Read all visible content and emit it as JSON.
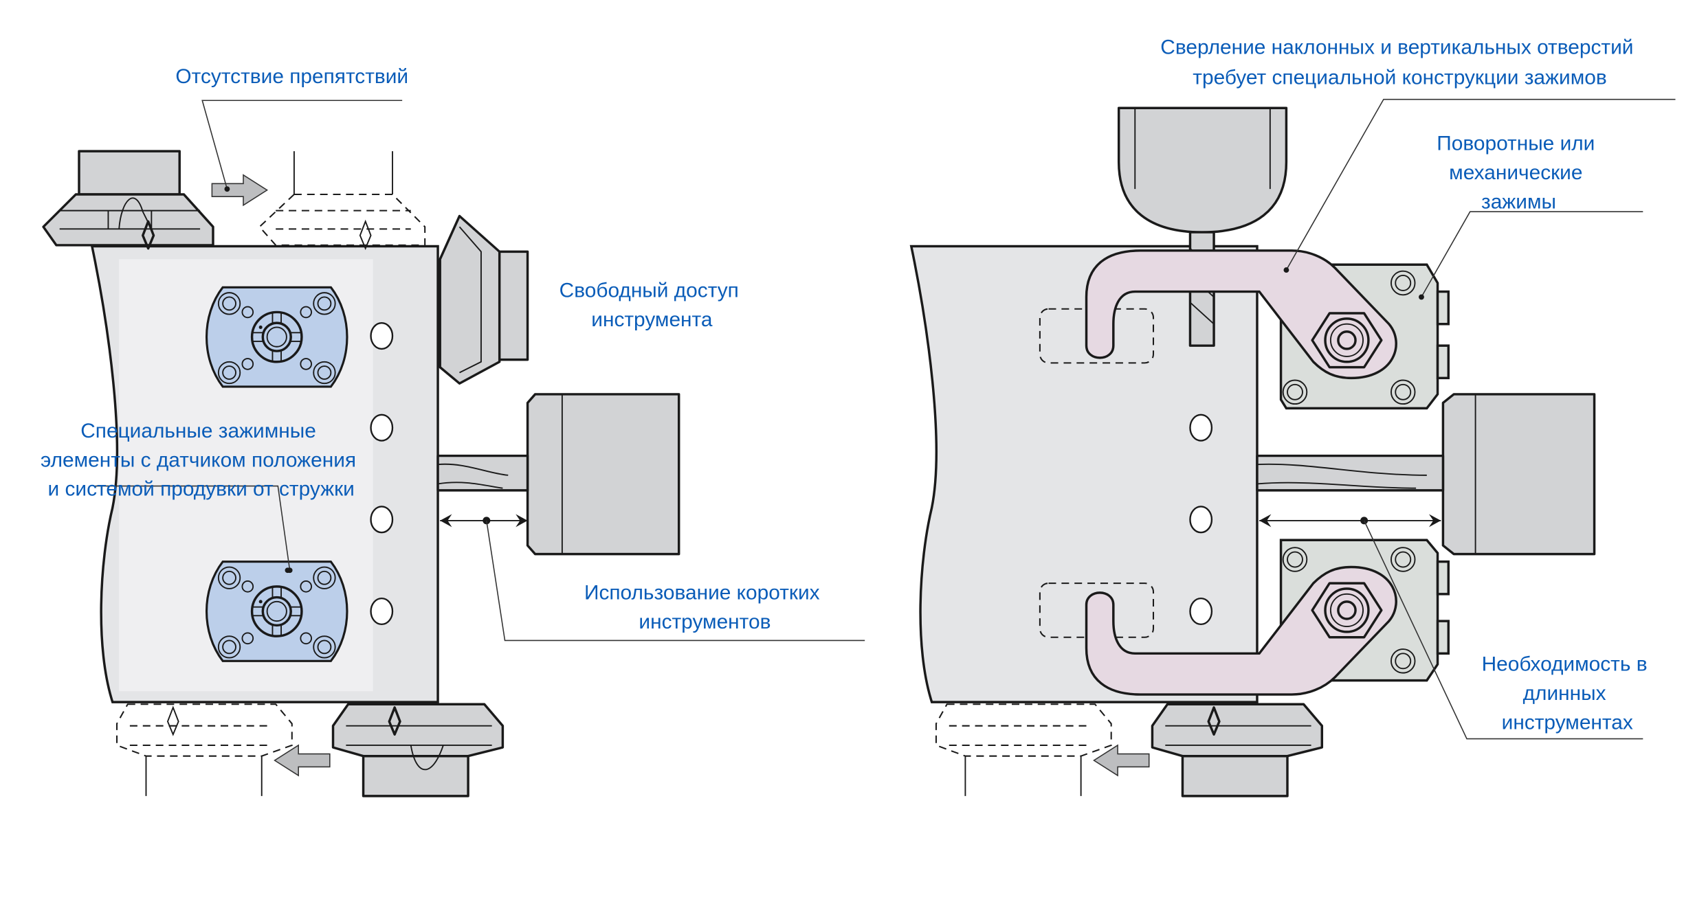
{
  "diagram": {
    "left_panel": {
      "title": "Отсутствие препятствий",
      "labels": {
        "free_access": [
          "Свободный доступ",
          "инструмента"
        ],
        "special_clamps": [
          "Специальные зажимные",
          "элементы с датчиком положения",
          "и системой продувки от стружки"
        ],
        "short_tools": [
          "Использование коротких",
          "инструментов"
        ]
      }
    },
    "right_panel": {
      "title": [
        "Сверление наклонных и вертикальных отверстий",
        "требует специальной конструкции зажимов"
      ],
      "labels": {
        "swing_clamps": [
          "Поворотные или",
          "механические",
          "зажимы"
        ],
        "long_tools": [
          "Необходимость в",
          "длинных",
          "инструментах"
        ]
      }
    },
    "colors": {
      "label_text": "#0a5cb8",
      "tool_fill": "#d2d3d5",
      "part_fill": "#e4e5e7",
      "special_clamp_fill": "#bccfea",
      "swing_clamp_fill": "#e6d9e2",
      "clamp_body_fill": "#dadedb"
    }
  }
}
